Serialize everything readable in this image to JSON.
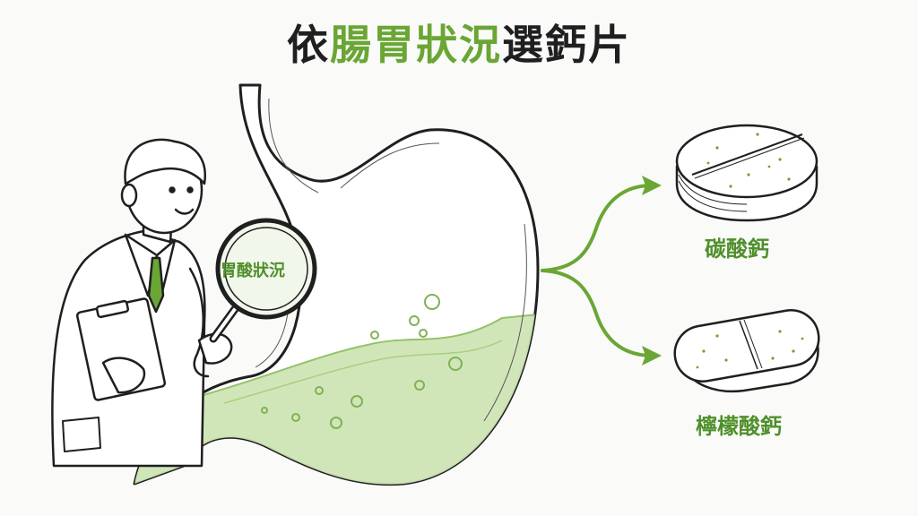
{
  "title": {
    "pre": "依",
    "highlight": "腸胃狀況",
    "post": "選鈣片"
  },
  "lens_label": "胃酸狀況",
  "options": [
    {
      "label": "碳酸鈣"
    },
    {
      "label": "檸檬酸鈣"
    }
  ],
  "colors": {
    "accent_green": "#6aa634",
    "liquid_green": "#cfe5b5",
    "ink": "#1f1f1f"
  }
}
